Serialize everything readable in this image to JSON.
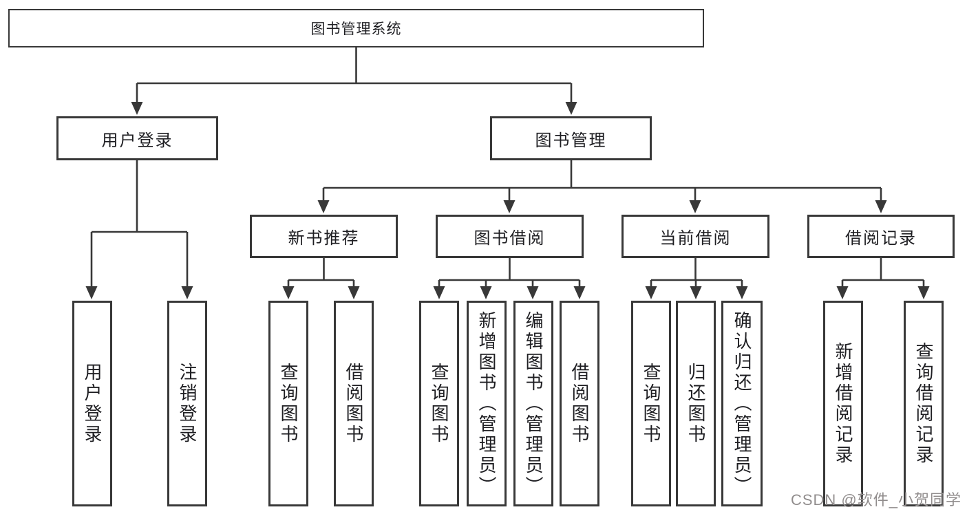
{
  "diagram": {
    "title": "图书管理系统",
    "branches": [
      {
        "label": "用户登录",
        "children": [
          "用户登录",
          "注销登录"
        ]
      },
      {
        "label": "图书管理",
        "modules": [
          {
            "label": "新书推荐",
            "children": [
              "查询图书",
              "借阅图书"
            ]
          },
          {
            "label": "图书借阅",
            "children": [
              "查询图书",
              "新增图书（管理员）",
              "编辑图书（管理员）",
              "借阅图书"
            ]
          },
          {
            "label": "当前借阅",
            "children": [
              "查询图书",
              "归还图书",
              "确认归还（管理员）"
            ]
          },
          {
            "label": "借阅记录",
            "children": [
              "新增借阅记录",
              "查询借阅记录"
            ]
          }
        ]
      }
    ]
  },
  "watermark": {
    "text": "CSDN @软件_小贺同学",
    "color": "#918d8d"
  },
  "colors": {
    "line": "#383838",
    "text": "#1e1e22",
    "background": "#ffffff"
  }
}
